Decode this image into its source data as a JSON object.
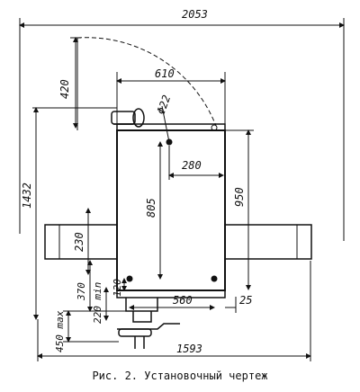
{
  "drawing": {
    "dimensions": {
      "overall_width": "2053",
      "top_to_axis": "420",
      "top_width": "610",
      "hole_diameter": "Φ22",
      "hole_offset": "280",
      "total_height": "1432",
      "hole_spacing": "805",
      "right_height": "950",
      "rail_height": "230",
      "lower_height": "370",
      "clearance_min": "220 min",
      "pedal_max": "450 max",
      "small_offset": "120",
      "lower_width": "560",
      "right_margin": "25",
      "base_width": "1593"
    }
  },
  "caption": {
    "text": "Рис. 2. Установочный чертеж"
  }
}
